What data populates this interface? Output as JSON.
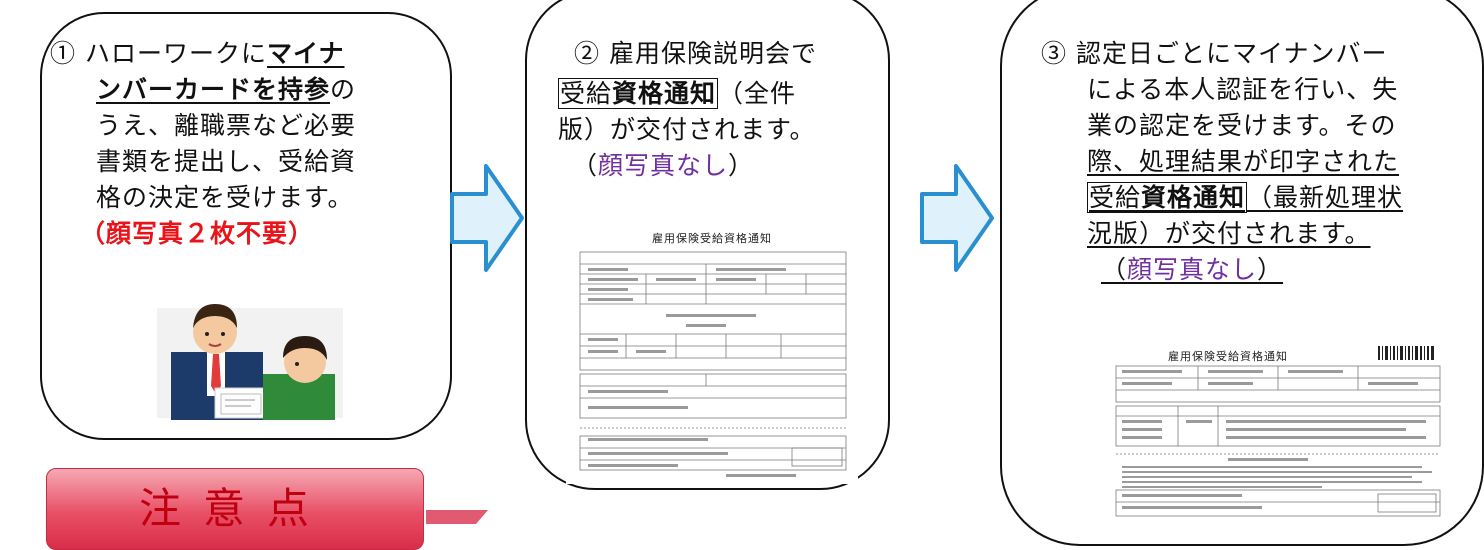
{
  "step1": {
    "number": "①",
    "l1a": "ハローワークに",
    "l1b": "マイナ",
    "l2a": "ンバーカードを持参",
    "l2b": "の",
    "l3": "うえ、離職票など必要",
    "l4": "書類を提出し、受給資",
    "l5": "格の決定を受けます。",
    "note": "（顔写真２枚不要）"
  },
  "step2": {
    "l1": "② 雇用保険説明会で",
    "boxed_a": "受給",
    "boxed_b": "資格通知",
    "l2_rest": "（全件",
    "l3": "版）が交付されます。",
    "note_open": "（",
    "note_text": "顔写真なし",
    "note_close": "）",
    "doc_title": "雇用保険受給資格通知"
  },
  "step3": {
    "number": "③",
    "l1": "認定日ごとにマイナンバー",
    "l2": "による本人認証を行い、失",
    "l3": "業の認定を受けます。その",
    "l4": "際、処理結果が印字された",
    "boxed_a": "受給",
    "boxed_b": "資格通知",
    "l5_rest": "（最新処理状",
    "l6": "況版）が交付されます。",
    "note_open": "（",
    "note_text": "顔写真なし",
    "note_close": "）",
    "doc_title": "雇用保険受給資格通知"
  },
  "notice": {
    "title": "注意点"
  },
  "colors": {
    "note_red": "#e8141a",
    "note_purple": "#7030a0",
    "arrow_fill": "#dff1fb",
    "arrow_stroke": "#2a8fcf",
    "notice_bg": "#e85066"
  }
}
